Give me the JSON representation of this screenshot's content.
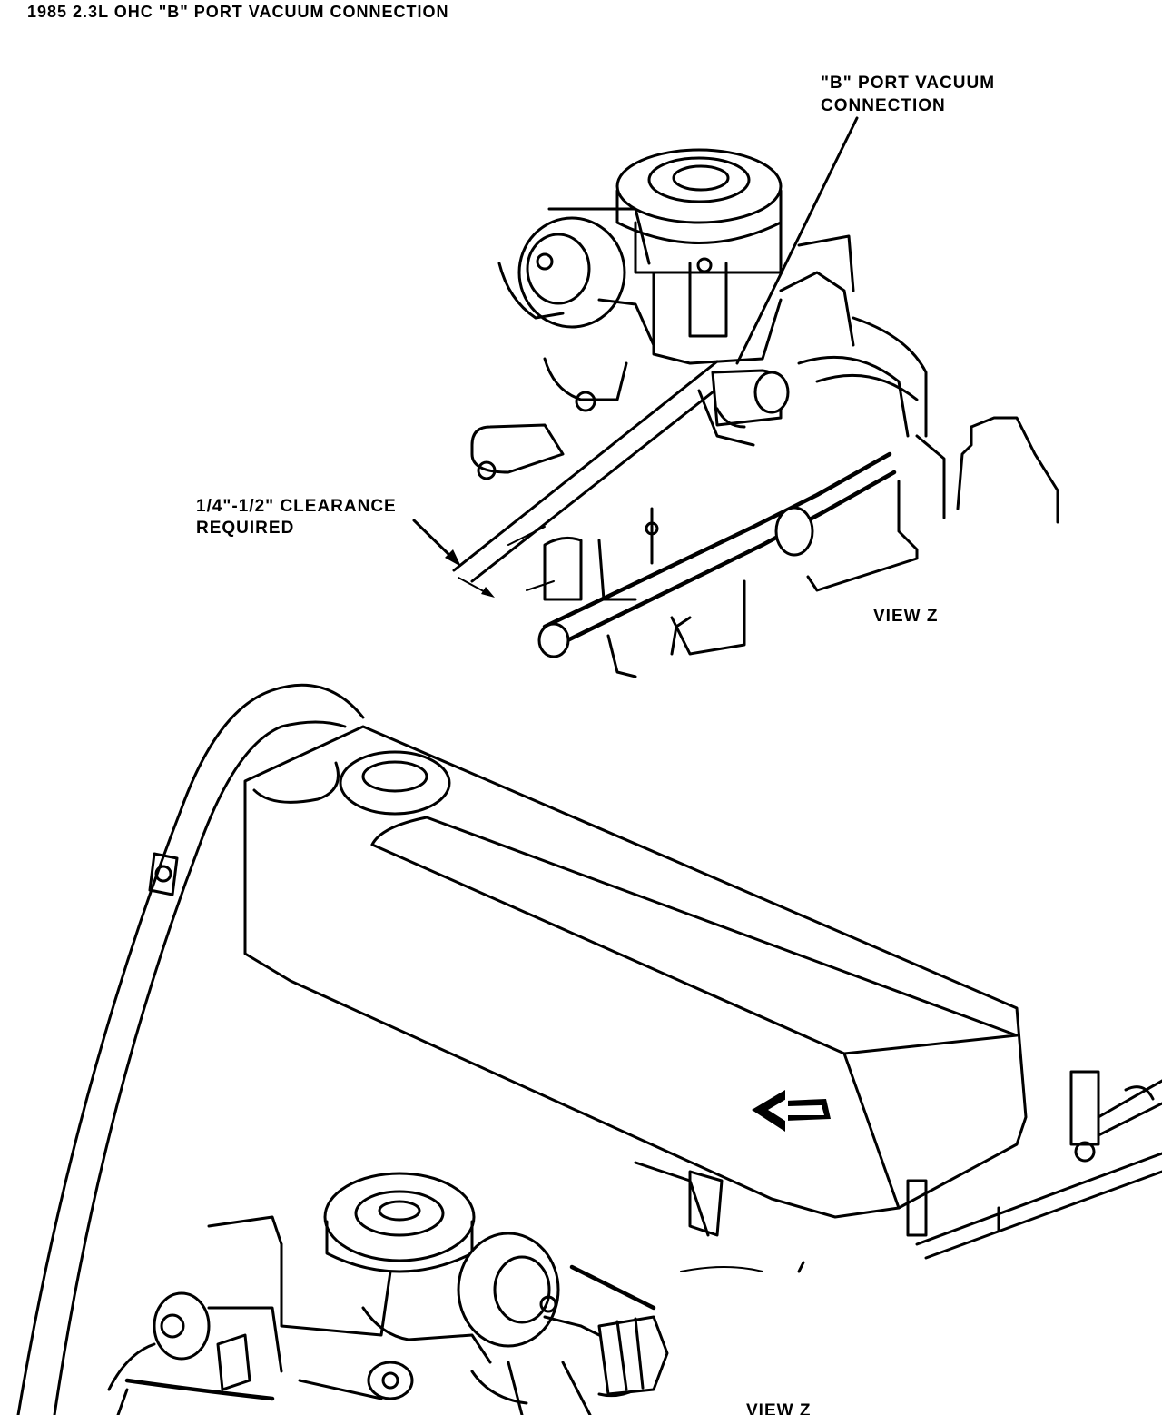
{
  "figure": {
    "title": "1985 2.3L OHC \"B\" PORT VACUUM CONNECTION",
    "callouts": {
      "b_port_line1": "\"B\" PORT VACUUM",
      "b_port_line2": "CONNECTION",
      "clearance_line1": "1/4\"-1/2\" CLEARANCE",
      "clearance_line2": "REQUIRED"
    },
    "view_labels": {
      "detail": "VIEW Z",
      "arrow": "VIEW Z"
    }
  }
}
